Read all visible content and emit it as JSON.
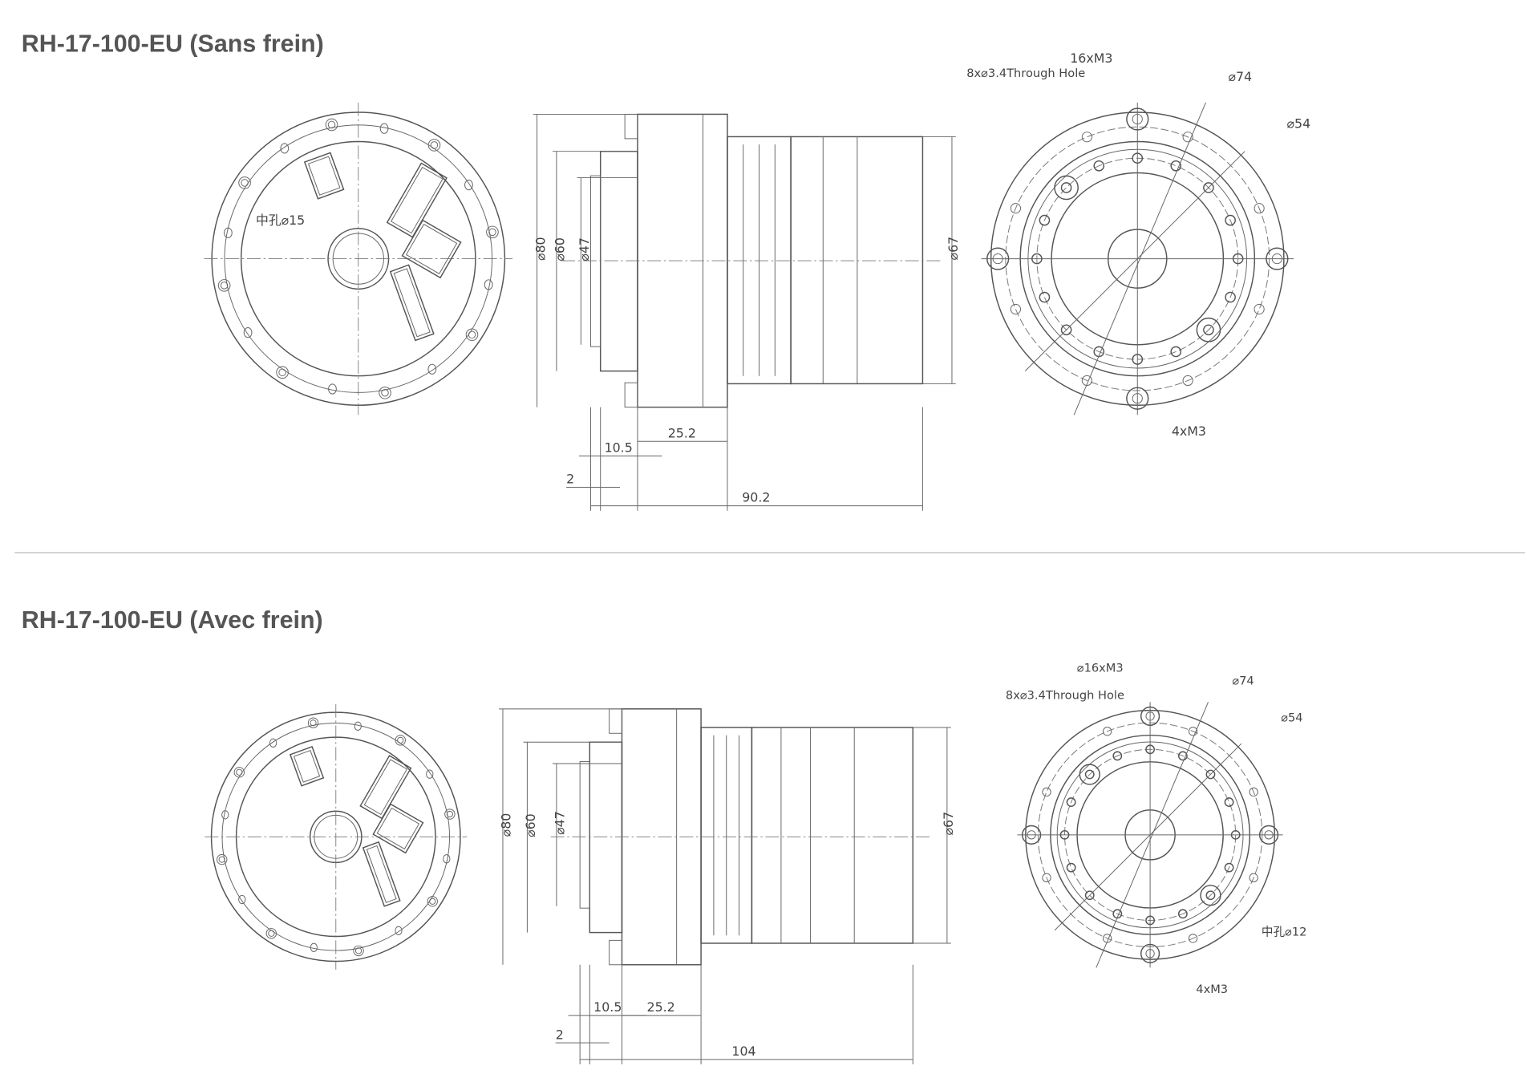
{
  "sections": [
    {
      "title": "RH-17-100-EU (Sans frein)",
      "front_view": {
        "center_hole": "中孔⌀15"
      },
      "side_view": {
        "d80": "⌀80",
        "d60": "⌀60",
        "d47": "⌀47",
        "d67": "⌀67",
        "l25": "25.2",
        "l10": "10.5",
        "l2": "2",
        "total": "90.2"
      },
      "back_view": {
        "tapped": "16xM3",
        "through": "8x⌀3.4Through Hole",
        "d74": "⌀74",
        "d54": "⌀54",
        "m3": "4xM3"
      }
    },
    {
      "title": "RH-17-100-EU (Avec frein)",
      "front_view": {},
      "side_view": {
        "d80": "⌀80",
        "d60": "⌀60",
        "d47": "⌀47",
        "d67": "⌀67",
        "l25": "25.2",
        "l10": "10.5",
        "l2": "2",
        "total": "104"
      },
      "back_view": {
        "tapped": "⌀16xM3",
        "through": "8x⌀3.4Through Hole",
        "d74": "⌀74",
        "d54": "⌀54",
        "center_hole": "中孔⌀12",
        "m3": "4xM3"
      }
    }
  ]
}
